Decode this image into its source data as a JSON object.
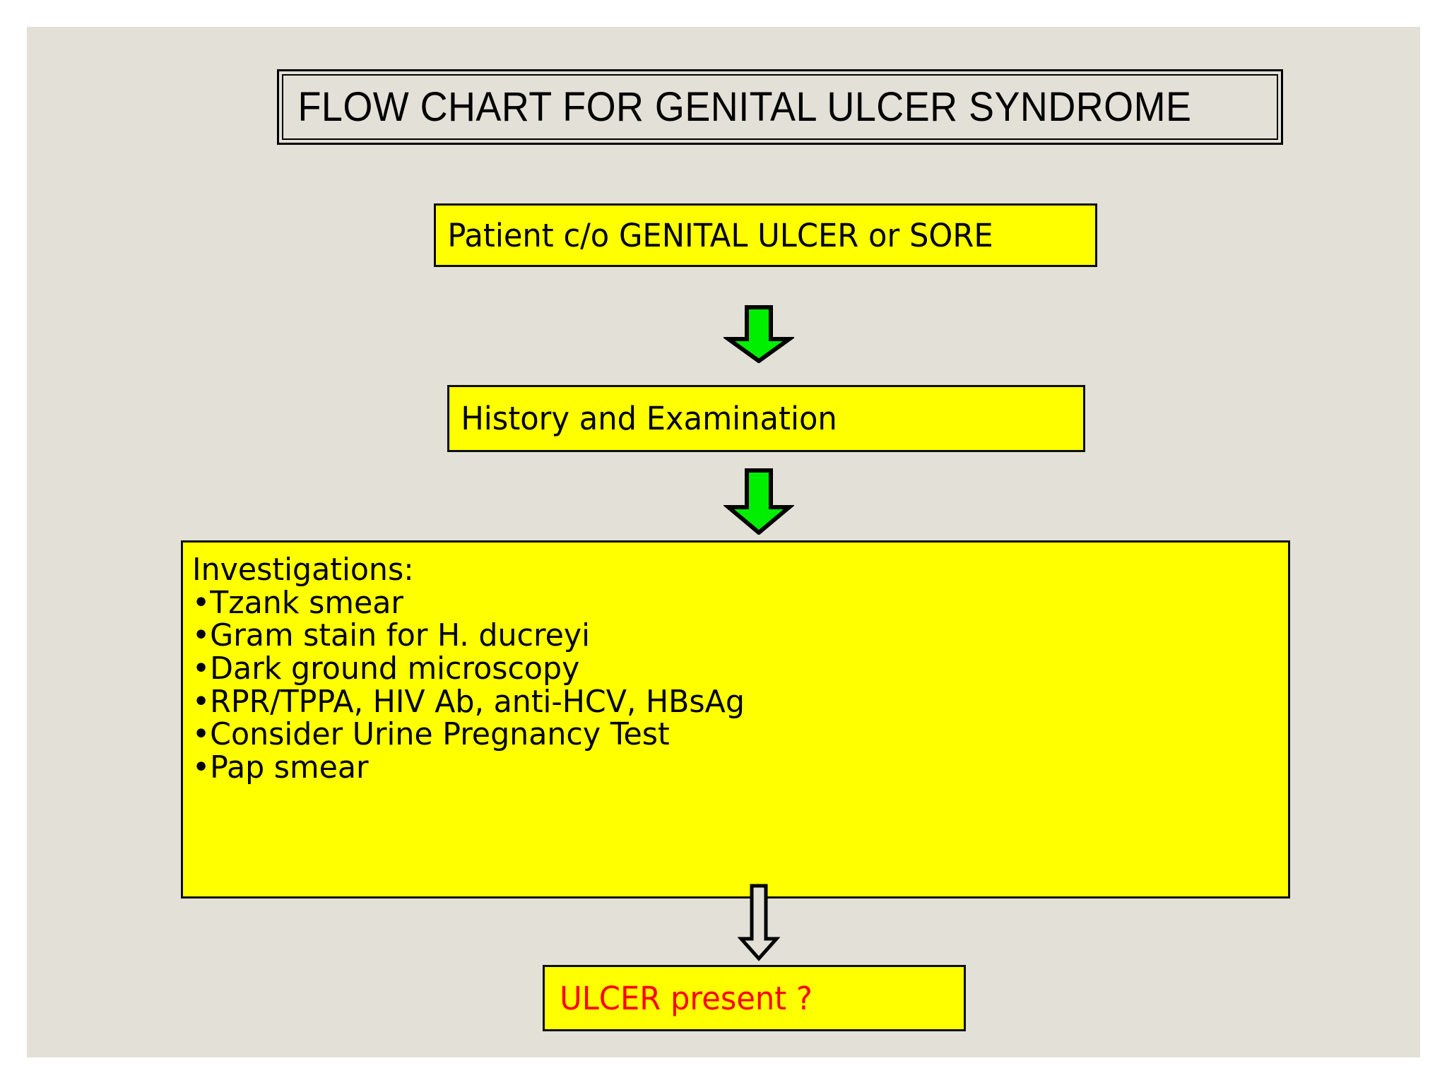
{
  "slide": {
    "background_color": "#E3E1D7",
    "title": "FLOW CHART FOR GENITAL ULCER SYNDROME"
  },
  "palette": {
    "node_fill": "#FFFF00",
    "node_border": "#0D0D0D",
    "arrow_green": "#00EE00",
    "arrow_white": "#E3E1D7",
    "text_black": "#000000",
    "text_red": "#FF0000"
  },
  "nodes": {
    "patient": {
      "label": "Patient c/o GENITAL ULCER or SORE"
    },
    "history": {
      "label": "History and Examination"
    },
    "investigations": {
      "heading": "Investigations:",
      "items": [
        "Tzank smear",
        "Gram stain for H. ducreyi",
        "Dark ground microscopy",
        "RPR/TPPA, HIV Ab, anti-HCV, HBsAg",
        "Consider Urine Pregnancy Test",
        "Pap smear"
      ]
    },
    "ulcer": {
      "label": "ULCER present ?"
    }
  },
  "arrows": [
    {
      "name": "arrow-patient-to-history",
      "direction": "down",
      "style": "filled-green"
    },
    {
      "name": "arrow-history-to-investigations",
      "direction": "down",
      "style": "filled-green"
    },
    {
      "name": "arrow-investigations-to-ulcer",
      "direction": "down",
      "style": "outline-white"
    }
  ],
  "chart_data": {
    "type": "diagram",
    "title": "FLOW CHART FOR GENITAL ULCER SYNDROME",
    "flow": [
      "Patient c/o GENITAL ULCER or SORE",
      "History and Examination",
      "Investigations: Tzank smear; Gram stain for H. ducreyi; Dark ground microscopy; RPR/TPPA, HIV Ab, anti-HCV, HBsAg; Consider Urine Pregnancy Test; Pap smear",
      "ULCER present ?"
    ]
  }
}
